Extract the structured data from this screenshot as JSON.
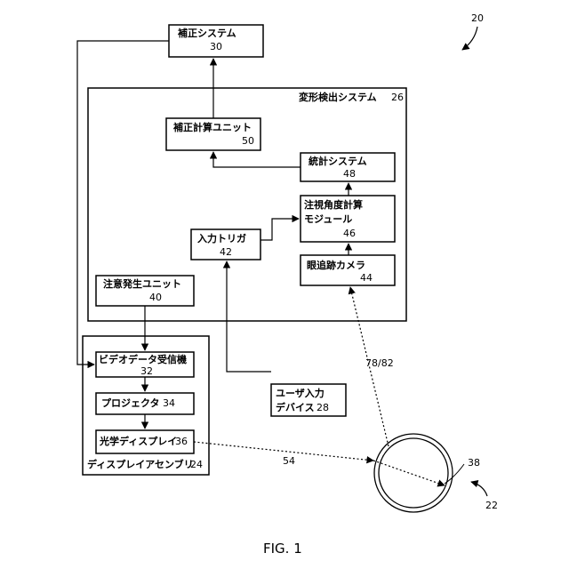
{
  "figure_number": "20",
  "figure_caption": "FIG. 1",
  "blocks": {
    "correction_system": {
      "label": "補正システム",
      "ref": "30"
    },
    "deformation_detection_system": {
      "label": "変形検出システム",
      "ref": "26"
    },
    "correction_calc_unit": {
      "label": "補正計算ユニット",
      "ref": "50"
    },
    "statistics_system": {
      "label": "統計システム",
      "ref": "48"
    },
    "gaze_angle_module": {
      "label_line1": "注視角度計算",
      "label_line2": "モジュール",
      "ref": "46"
    },
    "input_trigger": {
      "label": "入力トリガ",
      "ref": "42"
    },
    "eye_tracking_camera": {
      "label": "眼追跡カメラ",
      "ref": "44"
    },
    "attention_unit": {
      "label": "注意発生ユニット",
      "ref": "40"
    },
    "video_receiver": {
      "label": "ビデオデータ受信機",
      "ref": "32"
    },
    "projector": {
      "label": "プロジェクタ",
      "ref": "34"
    },
    "optical_display": {
      "label": "光学ディスプレイ",
      "ref": "36"
    },
    "display_assembly": {
      "label": "ディスプレイアセンブリ",
      "ref": "24"
    },
    "user_input_device": {
      "label_line1": "ユーザ入力",
      "label_line2": "デバイス",
      "ref": "28"
    }
  },
  "path_labels": {
    "eye_to_camera": "78/82",
    "display_to_eye": "54"
  },
  "eye": {
    "ref_eye": "38",
    "ref_user": "22"
  }
}
